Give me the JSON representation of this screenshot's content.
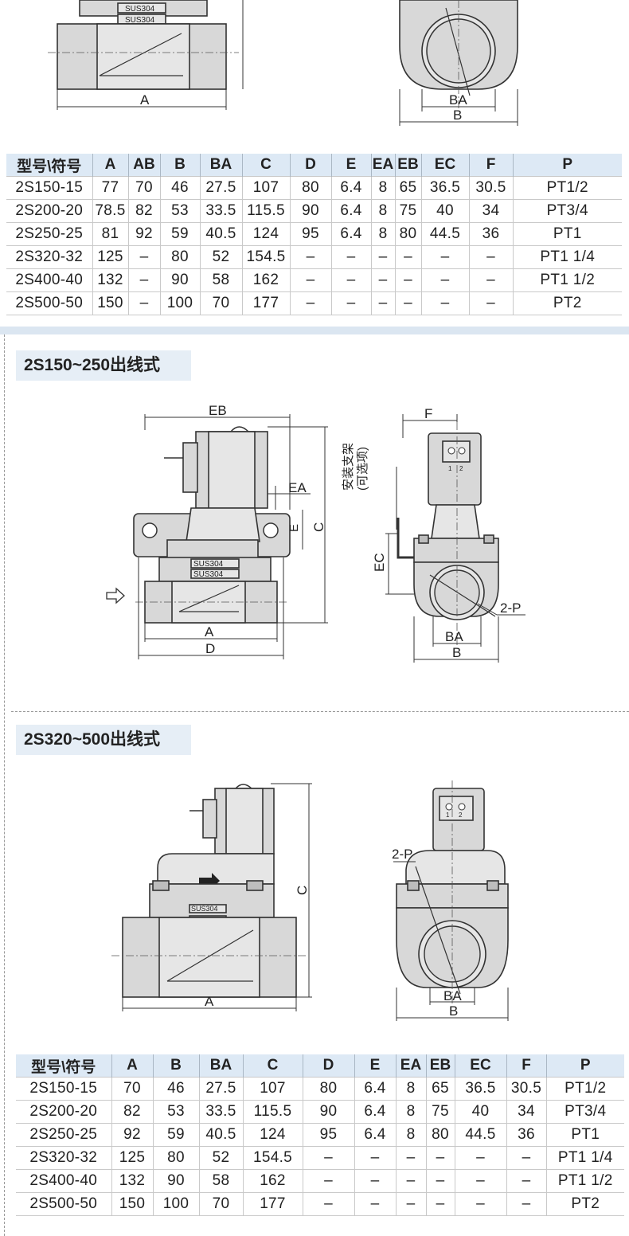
{
  "labels": {
    "A": "A",
    "AB": "AB",
    "B": "B",
    "BA": "BA",
    "C": "C",
    "D": "D",
    "E": "E",
    "EA": "EA",
    "EB": "EB",
    "EC": "EC",
    "F": "F",
    "two_p": "2-P",
    "sus": "SUS304",
    "bracket": "安装支架",
    "bracket_opt": "(可选项)",
    "pin1": "1",
    "pin2": "2"
  },
  "table1": {
    "headers": [
      "型号\\符号",
      "A",
      "AB",
      "B",
      "BA",
      "C",
      "D",
      "E",
      "EA",
      "EB",
      "EC",
      "F",
      "P"
    ],
    "rows": [
      [
        "2S150-15",
        "77",
        "70",
        "46",
        "27.5",
        "107",
        "80",
        "6.4",
        "8",
        "65",
        "36.5",
        "30.5",
        "PT1/2"
      ],
      [
        "2S200-20",
        "78.5",
        "82",
        "53",
        "33.5",
        "115.5",
        "90",
        "6.4",
        "8",
        "75",
        "40",
        "34",
        "PT3/4"
      ],
      [
        "2S250-25",
        "81",
        "92",
        "59",
        "40.5",
        "124",
        "95",
        "6.4",
        "8",
        "80",
        "44.5",
        "36",
        "PT1"
      ],
      [
        "2S320-32",
        "125",
        "–",
        "80",
        "52",
        "154.5",
        "–",
        "–",
        "–",
        "–",
        "–",
        "–",
        "PT1 1/4"
      ],
      [
        "2S400-40",
        "132",
        "–",
        "90",
        "58",
        "162",
        "–",
        "–",
        "–",
        "–",
        "–",
        "–",
        "PT1 1/2"
      ],
      [
        "2S500-50",
        "150",
        "–",
        "100",
        "70",
        "177",
        "–",
        "–",
        "–",
        "–",
        "–",
        "–",
        "PT2"
      ]
    ]
  },
  "section1": {
    "title": "2S150~250出线式"
  },
  "section2": {
    "title": "2S320~500出线式"
  },
  "table2": {
    "headers": [
      "型号\\符号",
      "A",
      "B",
      "BA",
      "C",
      "D",
      "E",
      "EA",
      "EB",
      "EC",
      "F",
      "P"
    ],
    "rows": [
      [
        "2S150-15",
        "70",
        "46",
        "27.5",
        "107",
        "80",
        "6.4",
        "8",
        "65",
        "36.5",
        "30.5",
        "PT1/2"
      ],
      [
        "2S200-20",
        "82",
        "53",
        "33.5",
        "115.5",
        "90",
        "6.4",
        "8",
        "75",
        "40",
        "34",
        "PT3/4"
      ],
      [
        "2S250-25",
        "92",
        "59",
        "40.5",
        "124",
        "95",
        "6.4",
        "8",
        "80",
        "44.5",
        "36",
        "PT1"
      ],
      [
        "2S320-32",
        "125",
        "80",
        "52",
        "154.5",
        "–",
        "–",
        "–",
        "–",
        "–",
        "–",
        "PT1 1/4"
      ],
      [
        "2S400-40",
        "132",
        "90",
        "58",
        "162",
        "–",
        "–",
        "–",
        "–",
        "–",
        "–",
        "PT1 1/2"
      ],
      [
        "2S500-50",
        "150",
        "100",
        "70",
        "177",
        "–",
        "–",
        "–",
        "–",
        "–",
        "–",
        "PT2"
      ]
    ]
  }
}
